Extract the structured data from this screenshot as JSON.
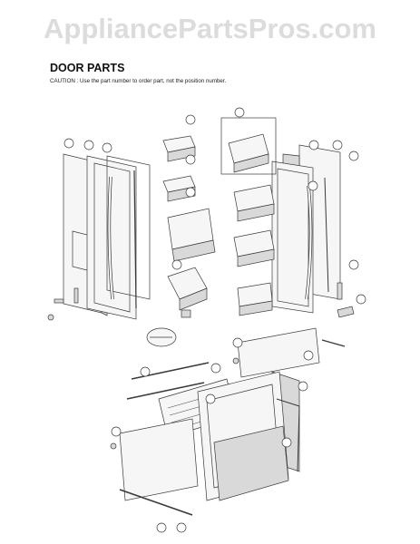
{
  "watermark": "AppliancePartsPros.com",
  "title": "DOOR PARTS",
  "caution": "CAUTION : Use the part number to order part, not the position number.",
  "colors": {
    "line": "#3a3a3a",
    "fill": "#f6f6f6",
    "shade": "#d9d9d9",
    "watermark": "#dcdcdc"
  }
}
